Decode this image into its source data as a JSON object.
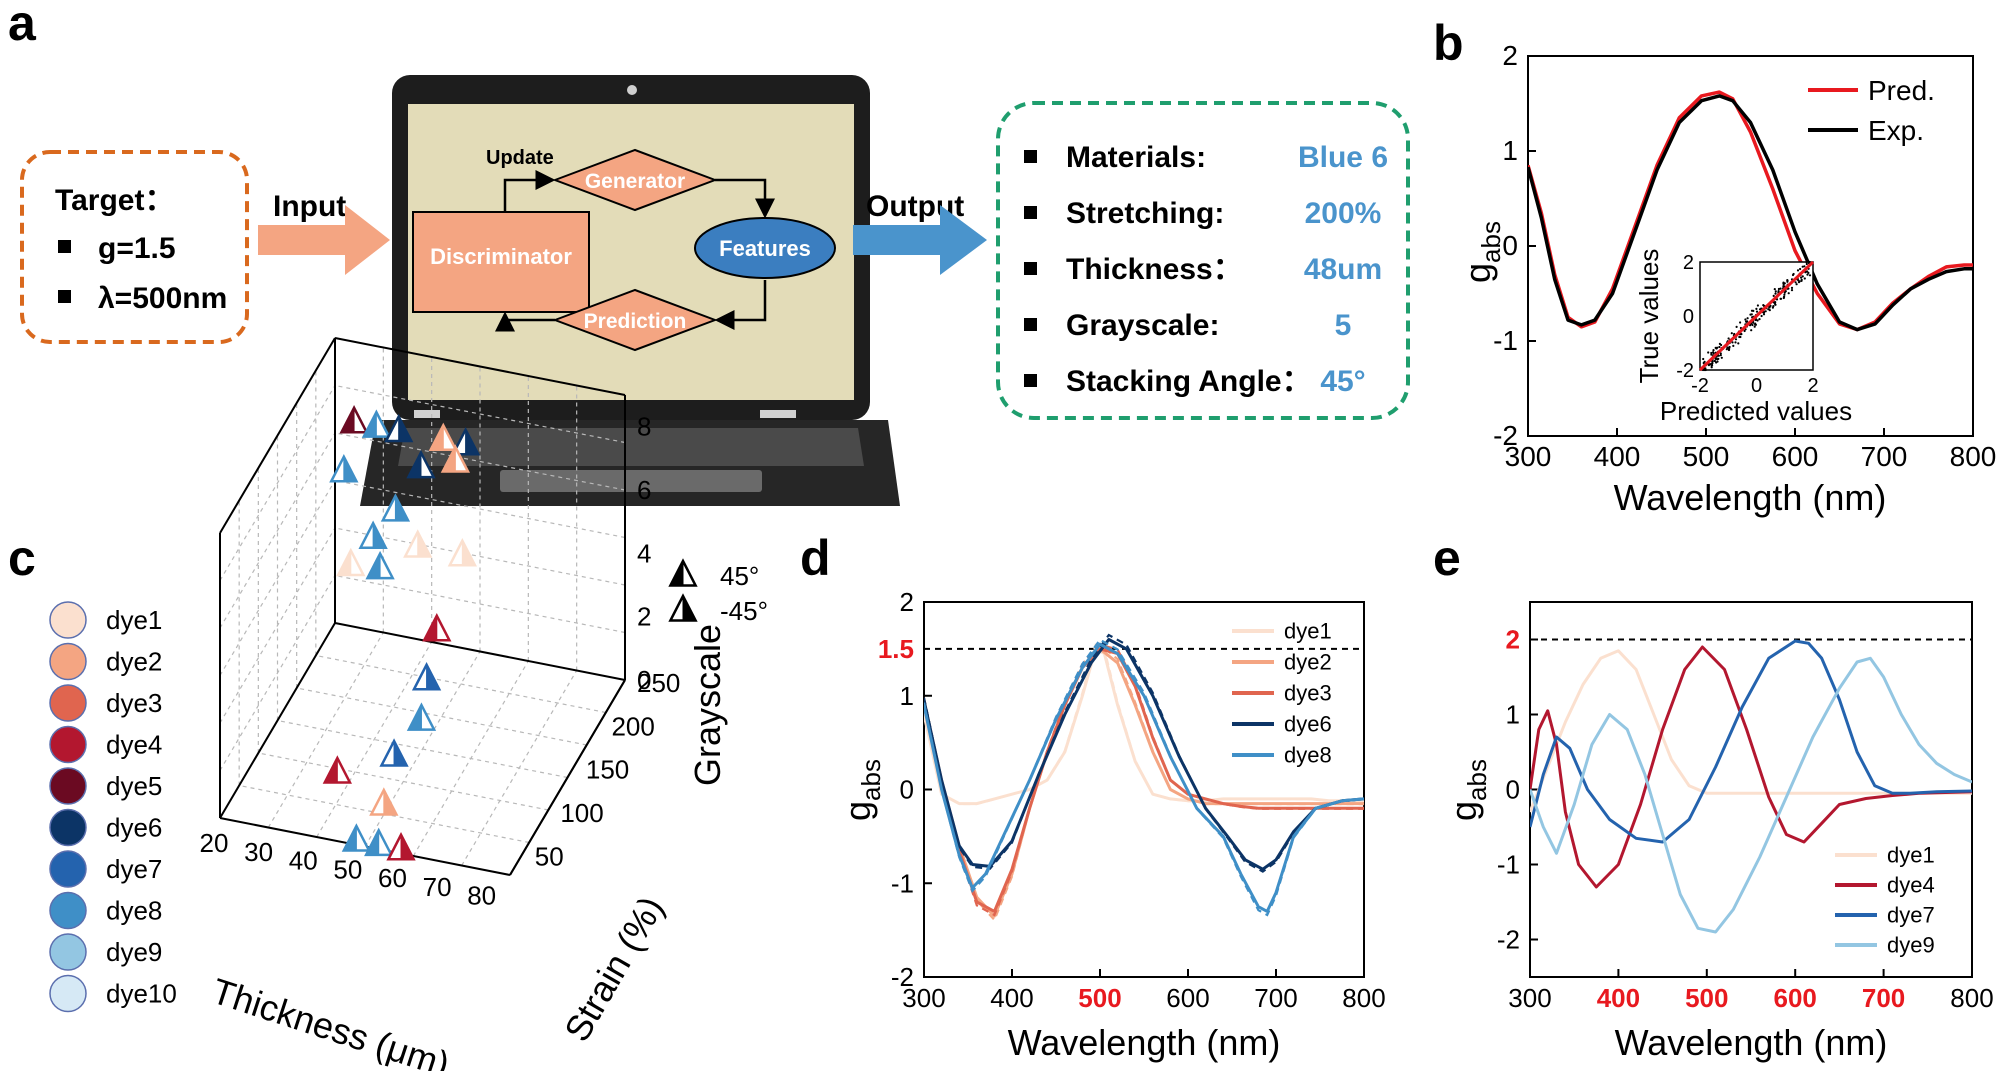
{
  "panel_labels": [
    "a",
    "b",
    "c",
    "d",
    "e"
  ],
  "panel_a": {
    "target_title": "Target：",
    "target_items": [
      "g=1.5",
      "λ=500nm"
    ],
    "input_label": "Input",
    "output_label": "Output",
    "update_label": "Update",
    "generator_label": "Generator",
    "discriminator_label": "Discriminator",
    "features_label": "Features",
    "prediction_label": "Prediction",
    "output_rows": [
      {
        "key": "Materials:",
        "value": "Blue 6"
      },
      {
        "key": "Stretching:",
        "value": "200%"
      },
      {
        "key": "Thickness：",
        "value": "48um"
      },
      {
        "key": "Grayscale:",
        "value": "5"
      },
      {
        "key": "Stacking Angle：",
        "value": "45°"
      }
    ],
    "colors": {
      "target_border": "#d9691e",
      "arrow_input": "#f4a582",
      "arrow_output": "#4a94cc",
      "output_border": "#1f9e6e",
      "value_text": "#4a94cc",
      "node_fill": "#f4a582",
      "features_fill": "#3b7ec0",
      "screen": "#e3dcb8"
    }
  },
  "chart_data": [
    {
      "panel": "b",
      "type": "line",
      "xlabel": "Wavelength (nm)",
      "ylabel": "g_abs",
      "ylabel_main": "g",
      "ylabel_sub": "abs",
      "xlim": [
        300,
        800
      ],
      "ylim": [
        -2,
        2
      ],
      "xticks": [
        "300",
        "400",
        "500",
        "600",
        "700",
        "800"
      ],
      "yticks": [
        "2",
        "1",
        "0",
        "-1",
        "-2"
      ],
      "legend": "top-right",
      "series": [
        {
          "name": "Pred.",
          "color": "#e8191f",
          "x": [
            300,
            315,
            330,
            345,
            360,
            375,
            395,
            420,
            445,
            470,
            495,
            515,
            530,
            550,
            575,
            600,
            625,
            650,
            670,
            690,
            710,
            730,
            750,
            770,
            790,
            800
          ],
          "y": [
            0.85,
            0.35,
            -0.3,
            -0.75,
            -0.85,
            -0.8,
            -0.45,
            0.2,
            0.85,
            1.35,
            1.58,
            1.62,
            1.55,
            1.2,
            0.6,
            -0.05,
            -0.5,
            -0.82,
            -0.88,
            -0.8,
            -0.6,
            -0.45,
            -0.32,
            -0.22,
            -0.2,
            -0.2
          ]
        },
        {
          "name": "Exp.",
          "color": "#000000",
          "x": [
            300,
            315,
            330,
            345,
            360,
            375,
            395,
            420,
            445,
            470,
            495,
            515,
            530,
            550,
            575,
            600,
            625,
            650,
            670,
            690,
            710,
            730,
            750,
            770,
            790,
            800
          ],
          "y": [
            0.83,
            0.3,
            -0.35,
            -0.78,
            -0.83,
            -0.78,
            -0.5,
            0.15,
            0.8,
            1.3,
            1.53,
            1.58,
            1.53,
            1.3,
            0.8,
            0.15,
            -0.4,
            -0.8,
            -0.88,
            -0.82,
            -0.62,
            -0.45,
            -0.35,
            -0.27,
            -0.24,
            -0.24
          ]
        }
      ],
      "inset": {
        "type": "scatter",
        "xlabel": "Predicted values",
        "ylabel": "True values",
        "xlim": [
          -2,
          2
        ],
        "ylim": [
          -2,
          2
        ],
        "xticks": [
          "-2",
          "0",
          "2"
        ],
        "yticks": [
          "2",
          "0",
          "-2"
        ],
        "fit_line": {
          "x": [
            -2,
            2
          ],
          "y": [
            -2,
            2
          ],
          "color": "#e8191f"
        }
      }
    },
    {
      "panel": "c",
      "type": "scatter",
      "xlabel": "Thickness (μm)",
      "ylabel": "Strain (%)",
      "zlabel": "Grayscale",
      "xticks": [
        "20",
        "30",
        "40",
        "50",
        "60",
        "70",
        "80"
      ],
      "yticks": [
        "50",
        "100",
        "150",
        "200",
        "250"
      ],
      "zticks": [
        "0",
        "2",
        "4",
        "6",
        "8"
      ],
      "xlim": [
        20,
        85
      ],
      "ylim": [
        25,
        250
      ],
      "zlim": [
        0,
        9
      ],
      "legend_markers": [
        {
          "label": "45°",
          "style": "left-filled"
        },
        {
          "label": "-45°",
          "style": "right-filled"
        }
      ],
      "legend_dyes": [
        {
          "name": "dye1",
          "color": "#fbe0cf"
        },
        {
          "name": "dye2",
          "color": "#f4a582"
        },
        {
          "name": "dye3",
          "color": "#e0654f"
        },
        {
          "name": "dye4",
          "color": "#b3172f"
        },
        {
          "name": "dye5",
          "color": "#6b0a22"
        },
        {
          "name": "dye6",
          "color": "#0c3466"
        },
        {
          "name": "dye7",
          "color": "#2463ae"
        },
        {
          "name": "dye8",
          "color": "#3f8fc7"
        },
        {
          "name": "dye9",
          "color": "#93c6e2"
        },
        {
          "name": "dye10",
          "color": "#d6e9f5"
        }
      ],
      "points": [
        {
          "t": 30,
          "s": 200,
          "g": 8,
          "dye": 4
        },
        {
          "t": 30,
          "s": 180,
          "g": 7,
          "dye": 7
        },
        {
          "t": 35,
          "s": 200,
          "g": 8,
          "dye": 7
        },
        {
          "t": 40,
          "s": 200,
          "g": 8,
          "dye": 5
        },
        {
          "t": 45,
          "s": 200,
          "g": 7,
          "dye": 5
        },
        {
          "t": 45,
          "s": 150,
          "g": 7,
          "dye": 7
        },
        {
          "t": 50,
          "s": 200,
          "g": 8,
          "dye": 1
        },
        {
          "t": 55,
          "s": 200,
          "g": 8,
          "dye": 5
        },
        {
          "t": 55,
          "s": 180,
          "g": 8,
          "dye": 1
        },
        {
          "t": 40,
          "s": 150,
          "g": 6,
          "dye": 7
        },
        {
          "t": 45,
          "s": 120,
          "g": 6,
          "dye": 7
        },
        {
          "t": 50,
          "s": 150,
          "g": 6,
          "dye": 0
        },
        {
          "t": 35,
          "s": 150,
          "g": 5,
          "dye": 0
        },
        {
          "t": 60,
          "s": 150,
          "g": 6,
          "dye": 0
        },
        {
          "t": 60,
          "s": 100,
          "g": 5,
          "dye": 3
        },
        {
          "t": 60,
          "s": 80,
          "g": 4,
          "dye": 6
        },
        {
          "t": 60,
          "s": 70,
          "g": 3,
          "dye": 7
        },
        {
          "t": 55,
          "s": 60,
          "g": 2,
          "dye": 6
        },
        {
          "t": 40,
          "s": 80,
          "g": 0.5,
          "dye": 3
        },
        {
          "t": 55,
          "s": 40,
          "g": 1,
          "dye": 1
        },
        {
          "t": 55,
          "s": 30,
          "g": 0,
          "dye": 7
        },
        {
          "t": 60,
          "s": 30,
          "g": 0,
          "dye": 3
        },
        {
          "t": 50,
          "s": 30,
          "g": 0,
          "dye": 7
        }
      ]
    },
    {
      "panel": "d",
      "type": "line",
      "xlabel": "Wavelength (nm)",
      "ylabel": "g_abs",
      "ylabel_main": "g",
      "ylabel_sub": "abs",
      "xlim": [
        300,
        800
      ],
      "ylim": [
        -2,
        2
      ],
      "xticks": [
        "300",
        "400",
        "500",
        "600",
        "700",
        "800"
      ],
      "yticks": [
        "2",
        "1",
        "0",
        "-1",
        "-2"
      ],
      "highlight_x": "500",
      "highlight_y": "1.5",
      "reference_y": 1.5,
      "legend": "top-right",
      "series": [
        {
          "name": "dye1",
          "color": "#fbe0cf",
          "x": [
            300,
            320,
            340,
            360,
            380,
            400,
            420,
            440,
            460,
            480,
            495,
            505,
            520,
            540,
            560,
            580,
            600,
            620,
            640,
            660,
            680,
            700,
            720,
            740,
            760,
            780,
            800
          ],
          "y": [
            0.8,
            -0.05,
            -0.15,
            -0.15,
            -0.1,
            -0.05,
            0.0,
            0.1,
            0.4,
            1.0,
            1.5,
            1.45,
            0.9,
            0.3,
            -0.05,
            -0.1,
            -0.12,
            -0.12,
            -0.1,
            -0.1,
            -0.1,
            -0.1,
            -0.1,
            -0.1,
            -0.12,
            -0.12,
            -0.12
          ]
        },
        {
          "name": "dye2",
          "color": "#f4a582",
          "x": [
            300,
            320,
            340,
            360,
            380,
            400,
            420,
            440,
            460,
            480,
            500,
            520,
            540,
            560,
            580,
            600,
            620,
            640,
            660,
            680,
            700,
            720,
            740,
            760,
            780,
            800
          ],
          "y": [
            0.95,
            0.1,
            -0.6,
            -1.15,
            -1.35,
            -0.9,
            -0.2,
            0.4,
            0.9,
            1.3,
            1.5,
            1.35,
            0.9,
            0.4,
            0.0,
            -0.1,
            -0.15,
            -0.15,
            -0.15,
            -0.15,
            -0.15,
            -0.15,
            -0.15,
            -0.15,
            -0.15,
            -0.15
          ]
        },
        {
          "name": "dye3",
          "color": "#e0654f",
          "x": [
            300,
            320,
            340,
            360,
            380,
            400,
            420,
            440,
            460,
            480,
            500,
            520,
            540,
            560,
            580,
            600,
            620,
            640,
            660,
            680,
            700,
            720,
            740,
            760,
            780,
            800
          ],
          "y": [
            0.9,
            0.05,
            -0.65,
            -1.2,
            -1.3,
            -0.85,
            -0.2,
            0.4,
            0.9,
            1.3,
            1.5,
            1.45,
            1.1,
            0.55,
            0.1,
            -0.05,
            -0.1,
            -0.15,
            -0.18,
            -0.2,
            -0.2,
            -0.2,
            -0.2,
            -0.2,
            -0.2,
            -0.2
          ]
        },
        {
          "name": "dye6",
          "color": "#0c3466",
          "x": [
            300,
            320,
            340,
            355,
            375,
            400,
            430,
            460,
            490,
            510,
            530,
            560,
            590,
            620,
            645,
            665,
            685,
            700,
            720,
            745,
            775,
            800
          ],
          "y": [
            0.95,
            0.1,
            -0.6,
            -0.8,
            -0.82,
            -0.55,
            0.15,
            0.8,
            1.35,
            1.6,
            1.5,
            1.0,
            0.35,
            -0.2,
            -0.5,
            -0.75,
            -0.85,
            -0.75,
            -0.45,
            -0.2,
            -0.12,
            -0.1
          ]
        },
        {
          "name": "dye8",
          "color": "#3f8fc7",
          "x": [
            300,
            320,
            340,
            355,
            370,
            390,
            420,
            450,
            480,
            500,
            520,
            550,
            580,
            610,
            640,
            660,
            680,
            690,
            700,
            720,
            745,
            775,
            800
          ],
          "y": [
            0.9,
            0.0,
            -0.7,
            -1.05,
            -0.9,
            -0.5,
            0.1,
            0.75,
            1.3,
            1.55,
            1.45,
            1.0,
            0.35,
            -0.2,
            -0.5,
            -0.9,
            -1.25,
            -1.3,
            -1.1,
            -0.5,
            -0.2,
            -0.12,
            -0.1
          ]
        }
      ]
    },
    {
      "panel": "e",
      "type": "line",
      "xlabel": "Wavelength (nm)",
      "ylabel": "g_abs",
      "ylabel_main": "g",
      "ylabel_sub": "abs",
      "xlim": [
        300,
        800
      ],
      "ylim": [
        -2.5,
        2.5
      ],
      "xticks": [
        "300",
        "400",
        "500",
        "600",
        "700",
        "800"
      ],
      "yticks": [
        "2",
        "1",
        "0",
        "-1",
        "-2"
      ],
      "highlight_x": [
        "400",
        "500",
        "600",
        "700"
      ],
      "highlight_y": "2",
      "reference_y": 2,
      "legend": "bottom-right",
      "series": [
        {
          "name": "dye1",
          "color": "#fbe0cf",
          "x": [
            300,
            320,
            340,
            360,
            380,
            400,
            420,
            440,
            460,
            480,
            500,
            550,
            600,
            650,
            700,
            750,
            800
          ],
          "y": [
            -0.3,
            0.3,
            0.9,
            1.4,
            1.75,
            1.85,
            1.6,
            1.0,
            0.4,
            0.05,
            -0.05,
            -0.05,
            -0.05,
            -0.05,
            -0.05,
            -0.05,
            -0.05
          ]
        },
        {
          "name": "dye4",
          "color": "#b3172f",
          "x": [
            300,
            310,
            320,
            330,
            340,
            355,
            375,
            400,
            425,
            450,
            475,
            495,
            520,
            545,
            570,
            590,
            610,
            630,
            650,
            680,
            710,
            740,
            770,
            800
          ],
          "y": [
            0.0,
            0.8,
            1.05,
            0.6,
            -0.3,
            -1.0,
            -1.3,
            -1.0,
            -0.2,
            0.8,
            1.6,
            1.9,
            1.6,
            0.8,
            -0.1,
            -0.6,
            -0.7,
            -0.45,
            -0.2,
            -0.12,
            -0.08,
            -0.05,
            -0.04,
            -0.03
          ]
        },
        {
          "name": "dye7",
          "color": "#2463ae",
          "x": [
            300,
            315,
            330,
            345,
            365,
            390,
            420,
            450,
            480,
            510,
            540,
            570,
            600,
            615,
            630,
            650,
            670,
            690,
            710,
            730,
            760,
            800
          ],
          "y": [
            -0.5,
            0.2,
            0.7,
            0.55,
            0.0,
            -0.4,
            -0.65,
            -0.7,
            -0.4,
            0.3,
            1.1,
            1.75,
            1.98,
            1.95,
            1.75,
            1.2,
            0.5,
            0.05,
            -0.05,
            -0.05,
            -0.03,
            -0.02
          ]
        },
        {
          "name": "dye9",
          "color": "#93c6e2",
          "x": [
            300,
            315,
            330,
            350,
            370,
            390,
            410,
            430,
            450,
            470,
            490,
            510,
            530,
            560,
            590,
            620,
            650,
            670,
            685,
            700,
            720,
            740,
            760,
            780,
            800
          ],
          "y": [
            0.0,
            -0.5,
            -0.85,
            -0.2,
            0.6,
            1.0,
            0.8,
            0.2,
            -0.6,
            -1.4,
            -1.85,
            -1.9,
            -1.6,
            -0.9,
            -0.1,
            0.7,
            1.35,
            1.7,
            1.75,
            1.5,
            1.0,
            0.6,
            0.35,
            0.2,
            0.1
          ]
        }
      ]
    }
  ]
}
